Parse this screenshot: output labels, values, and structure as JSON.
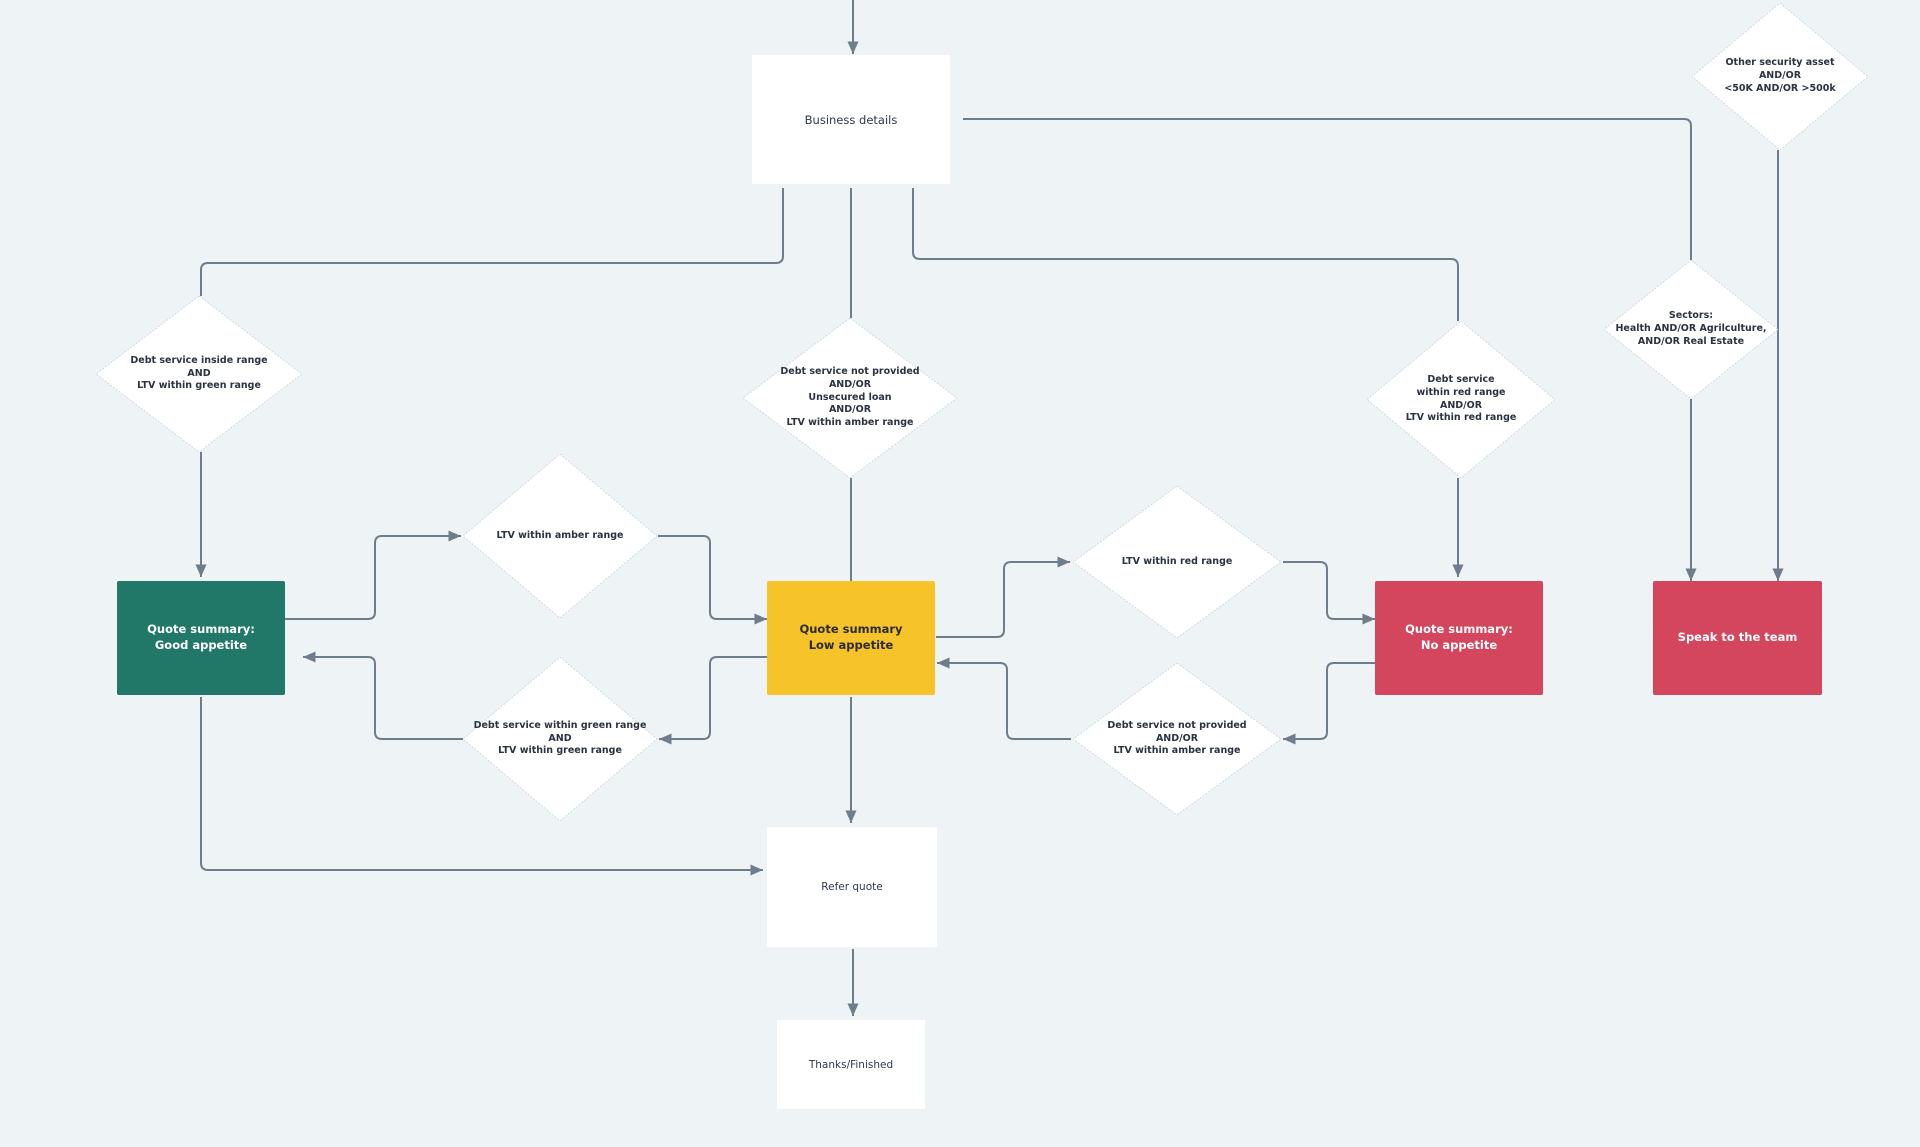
{
  "diagram": {
    "nodes": {
      "business_details": "Business details",
      "refer_quote": "Refer quote",
      "thanks_finished": "Thanks/Finished",
      "quote_good": "Quote summary:\nGood appetite",
      "quote_low": "Quote summary\nLow appetite",
      "quote_no": "Quote summary:\nNo appetite",
      "speak_team": "Speak to the team"
    },
    "decisions": {
      "debt_inside_green": "Debt service inside range\nAND\nLTV within green range",
      "debt_not_provided_unsecured": "Debt service not provided\nAND/OR\nUnsecured loan\nAND/OR\nLTV within amber range",
      "debt_red": "Debt service\nwithin red range\nAND/OR\nLTV within red range",
      "sectors": "Sectors:\nHealth AND/OR Agrilculture,\nAND/OR Real Estate",
      "other_security": "Other security asset\nAND/OR\n<50K AND/OR >500k",
      "ltv_amber": "LTV within amber range",
      "debt_green_ltv_green": "Debt service within green range\nAND\nLTV within green range",
      "ltv_red": "LTV within red range",
      "debt_not_provided_amber": "Debt service not provided\nAND/OR\nLTV within amber range"
    }
  },
  "colors": {
    "background": "#eef4f6",
    "connector": "#6e7d8c",
    "good": "#217868",
    "low": "#f7c32b",
    "no": "#d3465d"
  }
}
